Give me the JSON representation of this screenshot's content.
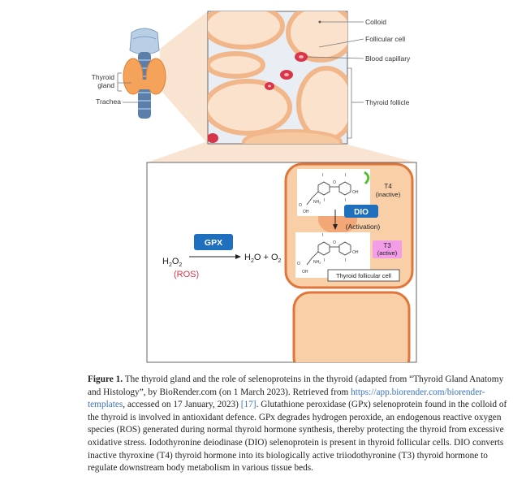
{
  "anatomy": {
    "thyroid_gland_label_line1": "Thyroid",
    "thyroid_gland_label_line2": "gland",
    "trachea_label": "Trachea"
  },
  "histology": {
    "colloid_label": "Colloid",
    "follicular_cell_label": "Follicular cell",
    "blood_capillary_label": "Blood capillary",
    "thyroid_follicle_label": "Thyroid follicle"
  },
  "mechanism": {
    "gpx_label": "GPX",
    "reactant_prefix": "H",
    "reactant_sub1": "2",
    "reactant_mid": "O",
    "reactant_sub2": "2",
    "product_prefix": "H",
    "product_sub1": "2",
    "product_mid": "O + O",
    "product_sub2": "2",
    "ros_label": "(ROS)",
    "dio_label": "DIO",
    "activation_label": "(Activation)",
    "t4_label": "T4",
    "t4_state": "(inactive)",
    "t3_label": "T3",
    "t3_state": "(active)",
    "thyroid_follicular_cell_label": "Thyroid follicular cell",
    "mol_nh2": "NH",
    "mol_nh2_sub": "2",
    "mol_oh": "OH",
    "mol_o": "O",
    "mol_i": "I"
  },
  "caption": {
    "figure_label": "Figure 1.",
    "text_part1": " The thyroid gland and the role of selenoproteins in the thyroid (adapted from “Thyroid Gland Anatomy and Histology”, by BioRender.com (on 1 March 2023). Retrieved from ",
    "link_text": "https://app.biorender.com/biorender-templates",
    "text_part2": ", accessed on 17 January, 2023) ",
    "ref_text": "[17]",
    "text_part3": ". Glutathione peroxidase (GPx) selenoprotein found in the colloid of the thyroid is involved in antioxidant defence. GPx degrades hydrogen peroxide, an endogenous reactive oxygen species (ROS) generated during normal thyroid hormone synthesis, thereby protecting the thyroid from excessive oxidative stress. Iodothyronine deiodinase (DIO) selenoprotein is present in thyroid follicular cells. DIO converts inactive thyroxine (T4) thyroid hormone into its biologically active triiodothyronine (T3) thyroid hormone to regulate downstream body metabolism in various tissue beds."
  },
  "colors": {
    "gland": "#f5a35a",
    "cell_fill": "#f9cfa8",
    "cell_border": "#e0763a",
    "colloid_bg": "#fbe2cc",
    "capillary": "#d8344a",
    "gpx_box": "#1f6fbf",
    "dio_box": "#1f6fbf",
    "ros_text": "#d8344a",
    "t3_box": "#f39ce8",
    "link": "#3b73c0"
  }
}
